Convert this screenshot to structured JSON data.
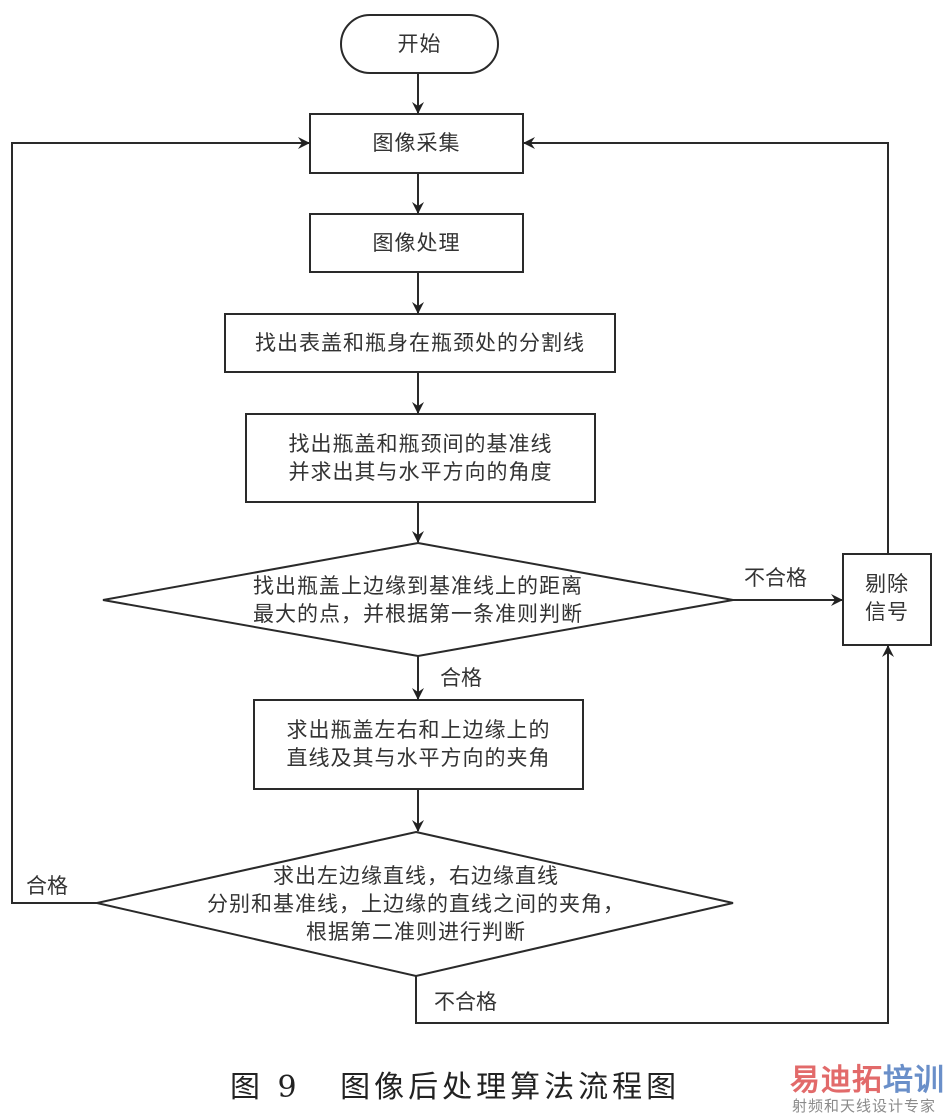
{
  "diagram": {
    "type": "flowchart",
    "nodes": [
      {
        "id": "start",
        "shape": "terminal",
        "lines": [
          "开始"
        ]
      },
      {
        "id": "acquire",
        "shape": "process",
        "lines": [
          "图像采集"
        ]
      },
      {
        "id": "process",
        "shape": "process",
        "lines": [
          "图像处理"
        ]
      },
      {
        "id": "split",
        "shape": "process",
        "lines": [
          "找出表盖和瓶身在瓶颈处的分割线"
        ]
      },
      {
        "id": "baseline",
        "shape": "process",
        "lines": [
          "找出瓶盖和瓶颈间的基准线",
          "并求出其与水平方向的角度"
        ]
      },
      {
        "id": "check1",
        "shape": "decision",
        "lines": [
          "找出瓶盖上边缘到基准线上的距离",
          "最大的点，并根据第一条准则判断"
        ]
      },
      {
        "id": "edges",
        "shape": "process",
        "lines": [
          "求出瓶盖左右和上边缘上的",
          "直线及其与水平方向的夹角"
        ]
      },
      {
        "id": "check2",
        "shape": "decision",
        "lines": [
          "求出左边缘直线，右边缘直线",
          "分别和基准线，上边缘的直线之间的夹角，",
          "根据第二准则进行判断"
        ]
      },
      {
        "id": "reject",
        "shape": "process",
        "lines": [
          "剔除",
          "信号"
        ]
      }
    ],
    "edges": [
      {
        "from": "start",
        "to": "acquire",
        "label": ""
      },
      {
        "from": "acquire",
        "to": "process",
        "label": ""
      },
      {
        "from": "process",
        "to": "split",
        "label": ""
      },
      {
        "from": "split",
        "to": "baseline",
        "label": ""
      },
      {
        "from": "baseline",
        "to": "check1",
        "label": ""
      },
      {
        "from": "check1",
        "to": "reject",
        "label": "不合格"
      },
      {
        "from": "check1",
        "to": "edges",
        "label": "合格"
      },
      {
        "from": "edges",
        "to": "check2",
        "label": ""
      },
      {
        "from": "check2",
        "to": "acquire",
        "label": "合格"
      },
      {
        "from": "check2",
        "to": "reject",
        "label": "不合格"
      },
      {
        "from": "reject",
        "to": "acquire",
        "label": ""
      }
    ]
  },
  "labels": {
    "check1_fail": "不合格",
    "check1_pass": "合格",
    "check2_pass": "合格",
    "check2_fail": "不合格"
  },
  "caption": {
    "number": "图 9",
    "title": "图像后处理算法流程图"
  },
  "watermark": {
    "line1_red": "易迪拓",
    "line1_blue": "培训",
    "line2": "射频和天线设计专家"
  }
}
